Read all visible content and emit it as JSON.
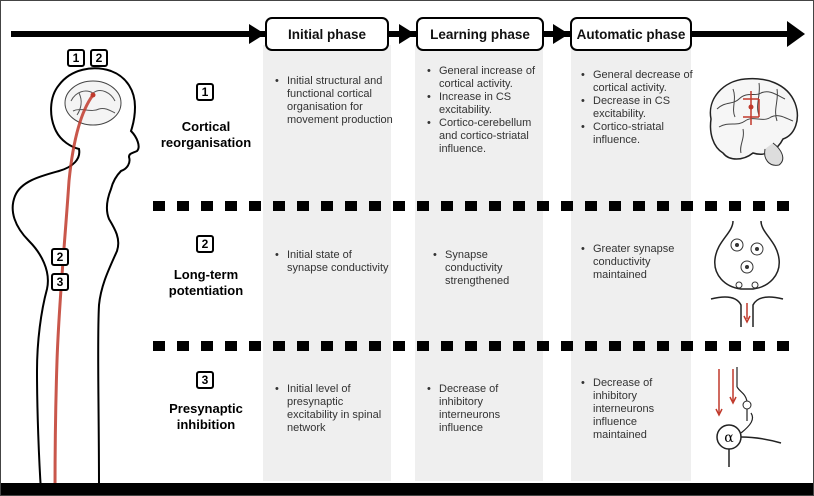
{
  "phases": [
    {
      "label": "Initial phase"
    },
    {
      "label": "Learning phase"
    },
    {
      "label": "Automatic phase"
    }
  ],
  "body_markers": {
    "top_left": "1",
    "top_right": "2",
    "spine_a": "2",
    "spine_b": "3"
  },
  "rows": [
    {
      "number": "1",
      "label_line1": "Cortical",
      "label_line2": "reorganisation",
      "initial": [
        "Initial structural and functional cortical organisation for movement production"
      ],
      "learning": [
        "General increase of cortical activity.",
        "Increase in CS excitability.",
        "Cortico-cerebellum and cortico-striatal influence."
      ],
      "automatic": [
        "General decrease of cortical activity.",
        "Decrease in CS excitability.",
        "Cortico-striatal influence."
      ]
    },
    {
      "number": "2",
      "label_line1": "Long-term",
      "label_line2": "potentiation",
      "initial": [
        "Initial state of synapse conductivity"
      ],
      "learning": [
        "Synapse conductivity strengthened"
      ],
      "automatic": [
        "Greater synapse conductivity maintained"
      ]
    },
    {
      "number": "3",
      "label_line1": "Presynaptic",
      "label_line2": "inhibition",
      "initial": [
        "Initial level of presynaptic excitability in spinal network"
      ],
      "learning": [
        "Decrease of inhibitory interneurons influence"
      ],
      "automatic": [
        "Decrease of inhibitory interneurons influence maintained"
      ]
    }
  ],
  "motoneuron_symbol": "α",
  "colors": {
    "pathway": "#c0392b",
    "shade": "#efefef",
    "text": "#333333"
  }
}
